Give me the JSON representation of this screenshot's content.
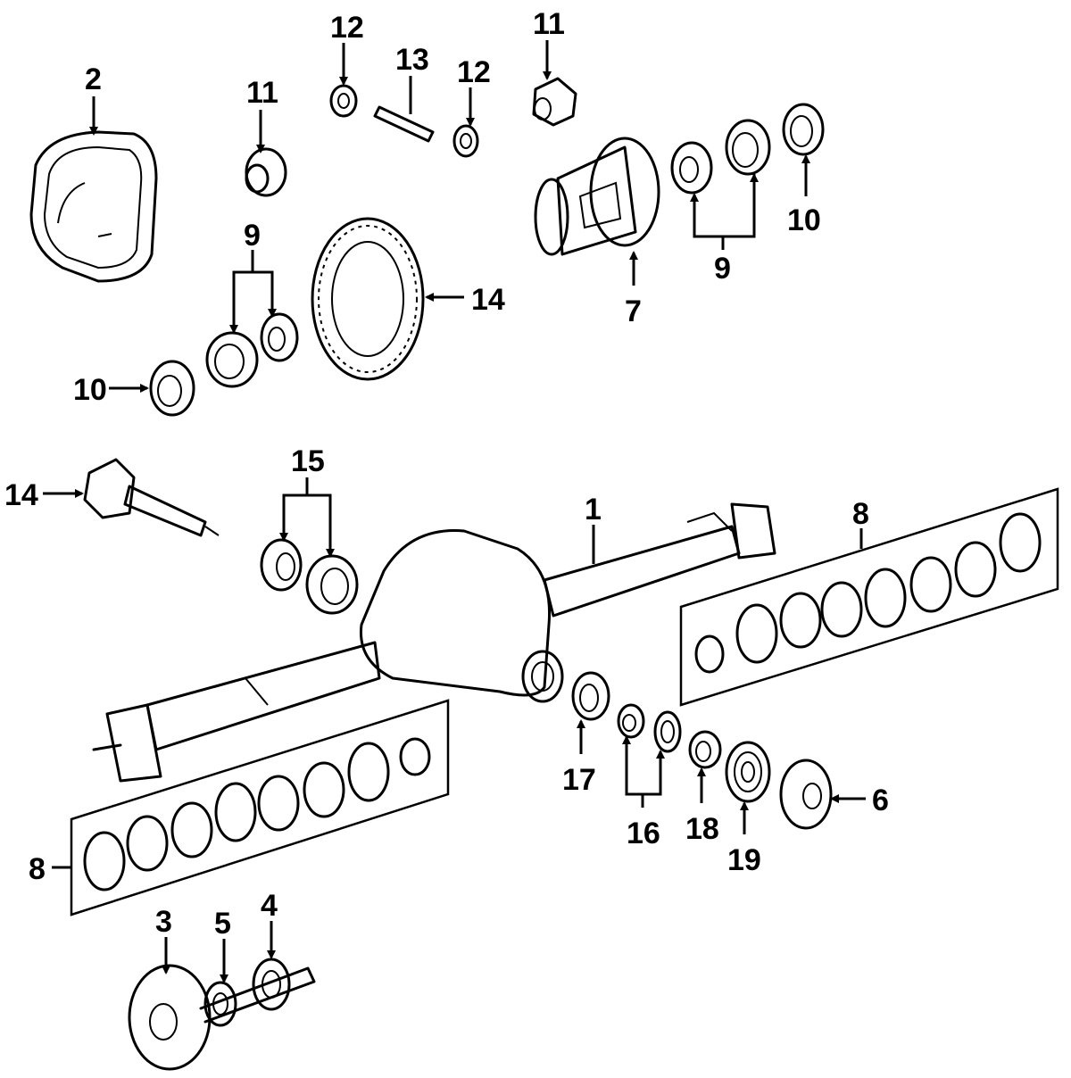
{
  "callouts": {
    "c1": "1",
    "c2": "2",
    "c3": "3",
    "c4": "4",
    "c5": "5",
    "c6": "6",
    "c7": "7",
    "c8_right": "8",
    "c8_left": "8",
    "c9_top": "9",
    "c9_left": "9",
    "c10_top": "10",
    "c10_left": "10",
    "c11_left": "11",
    "c11_right": "11",
    "c12_left": "12",
    "c12_right": "12",
    "c13": "13",
    "c14_gear": "14",
    "c14_pinion": "14",
    "c15": "15",
    "c16": "16",
    "c17": "17",
    "c18": "18",
    "c19": "19"
  }
}
